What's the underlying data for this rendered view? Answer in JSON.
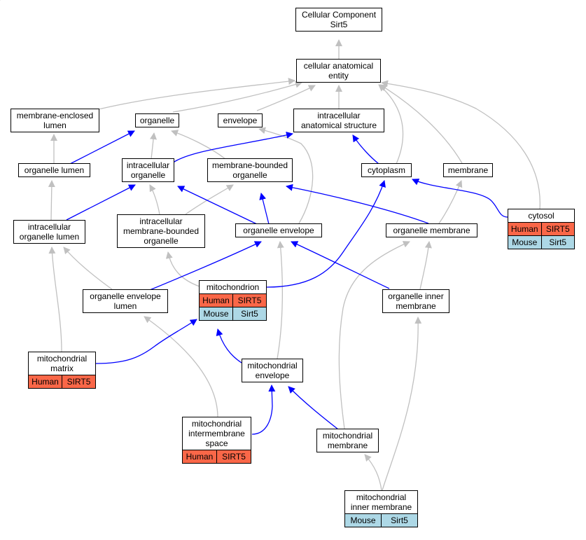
{
  "colors": {
    "gray_edge": "#c0c0c0",
    "blue_edge": "#0000ff",
    "human": "#fa6748",
    "mouse": "#add8e6"
  },
  "nodes": {
    "root": {
      "label": "Cellular Component\nSirt5"
    },
    "cae": {
      "label": "cellular anatomical\nentity"
    },
    "mel": {
      "label": "membrane-enclosed\nlumen"
    },
    "organelle": {
      "label": "organelle"
    },
    "envelope": {
      "label": "envelope"
    },
    "ias": {
      "label": "intracellular\nanatomical structure"
    },
    "olumen": {
      "label": "organelle lumen"
    },
    "iorg": {
      "label": "intracellular\norganelle"
    },
    "mbo": {
      "label": "membrane-bounded\norganelle"
    },
    "cytoplasm": {
      "label": "cytoplasm"
    },
    "membrane": {
      "label": "membrane"
    },
    "cytosol": {
      "label": "cytosol",
      "rows": [
        [
          "Human",
          "SIRT5"
        ],
        [
          "Mouse",
          "Sirt5"
        ]
      ]
    },
    "iol": {
      "label": "intracellular\norganelle lumen"
    },
    "imbo": {
      "label": "intracellular\nmembrane-bounded\norganelle"
    },
    "oenv": {
      "label": "organelle envelope"
    },
    "omem": {
      "label": "organelle membrane"
    },
    "mito": {
      "label": "mitochondrion",
      "rows": [
        [
          "Human",
          "SIRT5"
        ],
        [
          "Mouse",
          "Sirt5"
        ]
      ]
    },
    "oel": {
      "label": "organelle envelope\nlumen"
    },
    "oim": {
      "label": "organelle inner\nmembrane"
    },
    "mmatrix": {
      "label": "mitochondrial\nmatrix",
      "rows": [
        [
          "Human",
          "SIRT5"
        ]
      ]
    },
    "menv": {
      "label": "mitochondrial\nenvelope"
    },
    "mims": {
      "label": "mitochondrial\nintermembrane\nspace",
      "rows": [
        [
          "Human",
          "SIRT5"
        ]
      ]
    },
    "mmem": {
      "label": "mitochondrial\nmembrane"
    },
    "mim": {
      "label": "mitochondrial\ninner membrane",
      "rows": [
        [
          "Mouse",
          "Sirt5"
        ]
      ]
    }
  }
}
